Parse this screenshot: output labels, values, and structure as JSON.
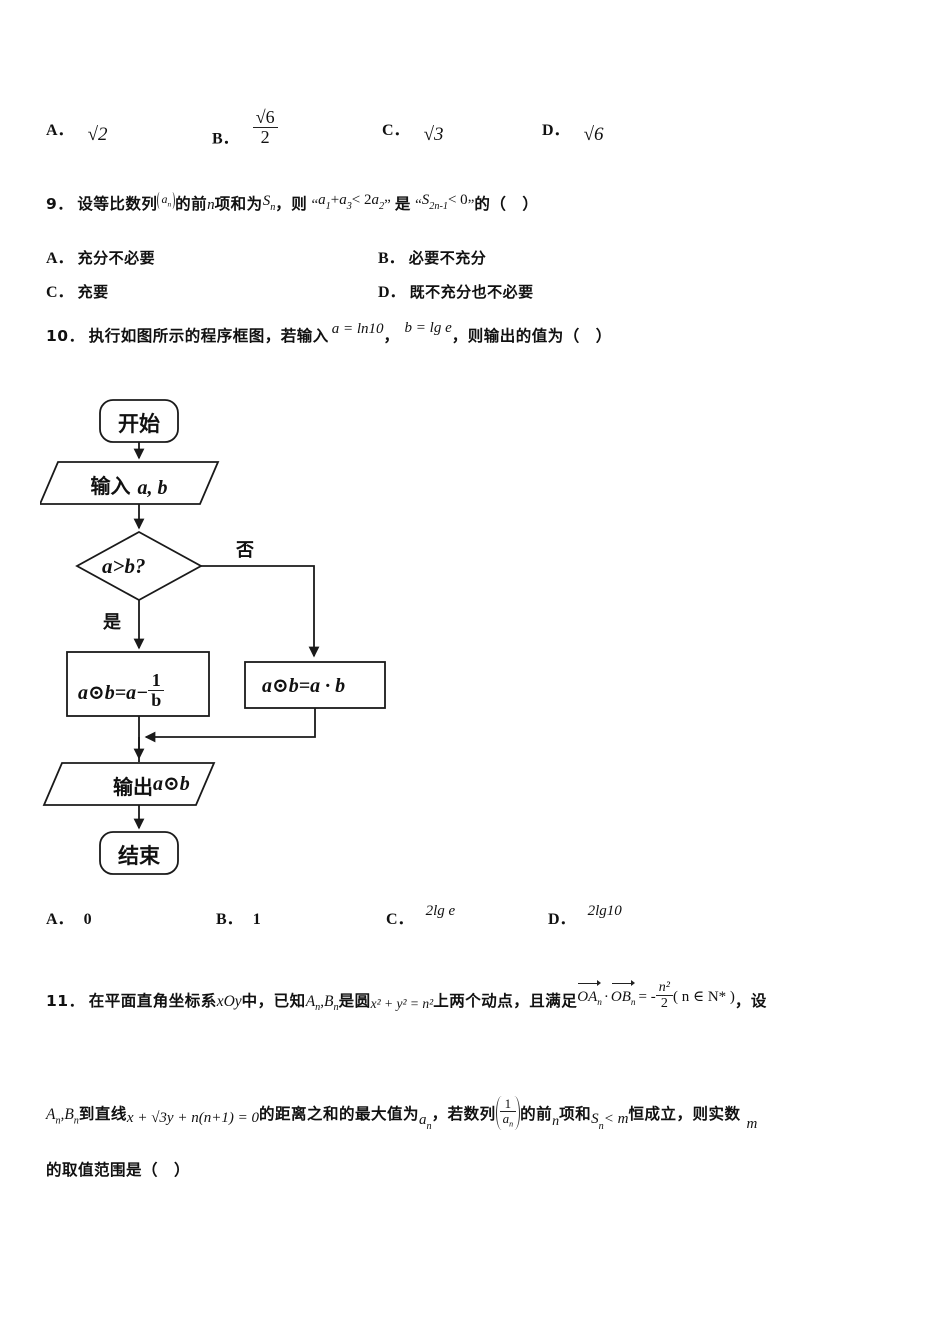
{
  "document": {
    "type": "math-exam-page",
    "language": "zh-CN"
  },
  "question8_options": {
    "a": {
      "letter": "A．",
      "value": "√2"
    },
    "b": {
      "letter": "B．",
      "num": "√6",
      "den": "2"
    },
    "c": {
      "letter": "C．",
      "value": "√3"
    },
    "d": {
      "letter": "D．",
      "value": "√6"
    }
  },
  "question9": {
    "number": "9．",
    "stem_part1": "设等比数列",
    "seq": "a",
    "seq_sub": "n",
    "stem_part2": "的前",
    "var_n": "n",
    "stem_part3": "项和为",
    "sn": "S",
    "sn_sub": "n",
    "stem_part4": "，则",
    "quote_open": "“",
    "cond1": "a",
    "cond1_sub": "1",
    "cond1_op": "+",
    "cond2": "a",
    "cond2_sub": "3",
    "cond_rel": "< 2",
    "cond3": "a",
    "cond3_sub": "2",
    "quote_close": "”",
    "stem_part5": "是",
    "cond4": "S",
    "cond4_sub": "2n-1",
    "cond4_rel": "< 0",
    "stem_part6": "的（　）",
    "options": [
      {
        "letter": "A．",
        "label": "充分不必要"
      },
      {
        "letter": "B．",
        "label": "必要不充分"
      },
      {
        "letter": "C．",
        "label": "充要"
      },
      {
        "letter": "D．",
        "label": "既不充分也不必要"
      }
    ]
  },
  "question10": {
    "number": "10．",
    "stem_part1": "执行如图所示的程序框图，若输入",
    "input_a": "a = ln10",
    "comma": "，",
    "input_b": "b = lg e",
    "stem_part2": "，则输出的值为（　）",
    "options": [
      {
        "letter": "A．",
        "value": "0"
      },
      {
        "letter": "B．",
        "value": "1"
      },
      {
        "letter": "C．",
        "value": "2lg e"
      },
      {
        "letter": "D．",
        "value": "2lg10"
      }
    ],
    "flowchart": {
      "start": "开始",
      "input": "输入",
      "input_vars": "a, b",
      "decision": "a>b?",
      "branch_yes": "是",
      "branch_no": "否",
      "process_left_lhs": "a⊙b=a−",
      "process_left_frac_num": "1",
      "process_left_frac_den": "b",
      "process_right": "a⊙b=a · b",
      "output": "输出",
      "output_expr": "a⊙b",
      "end": "结束"
    }
  },
  "question11": {
    "number": "11．",
    "line1_part1": "在平面直角坐标系",
    "line1_xoy": "xOy",
    "line1_part2": "中，已知",
    "line1_A": "A",
    "line1_A_sub": "n",
    "line1_comma": ",",
    "line1_B": "B",
    "line1_B_sub": "n",
    "line1_part3": "是圆",
    "circle_eq": "x² + y² = n²",
    "line1_part4": "上两个动点，且满足",
    "dot_lhs1": "OA",
    "dot_lhs1_sub": "n",
    "dot_op": "·",
    "dot_lhs2": "OB",
    "dot_lhs2_sub": "n",
    "dot_eq": "= -",
    "frac_num": "n²",
    "frac_den": "2",
    "domain": "( n ∈ N* )",
    "line1_part5": "，设",
    "line2_A": "A",
    "line2_A_sub": "n",
    "line2_comma": ",",
    "line2_B": "B",
    "line2_B_sub": "n",
    "line2_part1": "到直线",
    "line_eq": "x + √3y + n(n+1) = 0",
    "line2_part2": "的距离之和的最大值为",
    "an": "a",
    "an_sub": "n",
    "line2_part3": "，若数列",
    "set_num": "1",
    "set_den": "a",
    "set_den_sub": "n",
    "line2_part4": "的前",
    "line2_n": "n",
    "line2_part5": "项和",
    "sn": "S",
    "sn_sub": "n",
    "sn_rel": "< m",
    "line2_part6": "恒成立，则实数",
    "m": "m",
    "line3": "的取值范围是（　）"
  }
}
